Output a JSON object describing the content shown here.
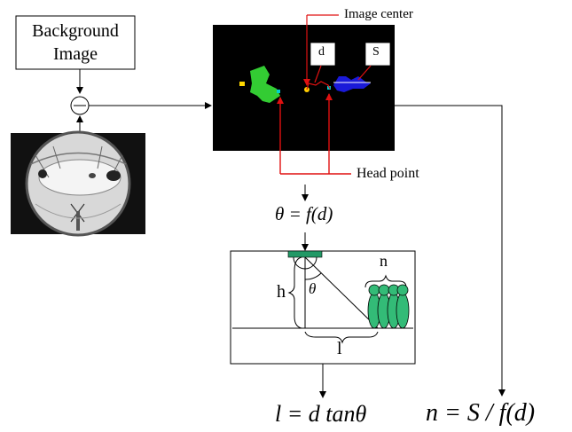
{
  "background_box": {
    "line1": "Background",
    "line2": "Image"
  },
  "labels": {
    "image_center": "Image center",
    "d_tag": "d",
    "s_tag": "S",
    "head_point": "Head point"
  },
  "equations": {
    "theta_eq": "θ = f(d)",
    "l_eq": "l = d tanθ",
    "n_eq": "n = S / f(d)"
  },
  "inset": {
    "n_label": "n",
    "h_label": "h",
    "theta_label": "θ",
    "l_label": "l"
  },
  "colors": {
    "red": "#e01010",
    "green_blob": "#33cc33",
    "blue_blob": "#1a1ad9",
    "people": "#33bb77",
    "camera": "#229966",
    "binary_bg": "#000000"
  }
}
